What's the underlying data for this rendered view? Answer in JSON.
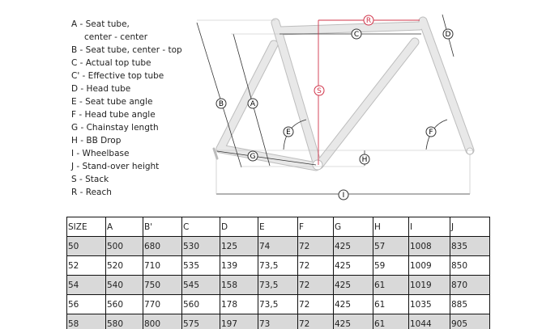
{
  "legend": [
    "A - Seat tube,",
    "center - center",
    "B - Seat tube, center - top",
    "C - Actual top tube",
    "C' - Effective top tube",
    "D - Head tube",
    "E - Seat tube angle",
    "F - Head tube angle",
    "G - Chainstay length",
    "H - BB Drop",
    "I - Wheelbase",
    "J - Stand-over height",
    "S - Stack",
    "R - Reach"
  ],
  "diagram_labels": {
    "R": "R",
    "C": "C",
    "D": "D",
    "S": "S",
    "B": "B",
    "A": "A",
    "E": "E",
    "F": "F",
    "G": "G",
    "H": "H",
    "I": "I"
  },
  "colors": {
    "frame": "#e6e6e6",
    "frame_edge": "#bdbdbd",
    "stack_reach": "#d0344a",
    "dim": "#333333",
    "shade_row": "#d9d9d9"
  },
  "table": {
    "headers": [
      "SIZE",
      "A",
      "B'",
      "C",
      "D",
      "E",
      "F",
      "G",
      "H",
      "I",
      "J"
    ],
    "rows": [
      [
        "50",
        "500",
        "680",
        "530",
        "125",
        "74",
        "72",
        "425",
        "57",
        "1008",
        "835"
      ],
      [
        "52",
        "520",
        "710",
        "535",
        "139",
        "73,5",
        "72",
        "425",
        "59",
        "1009",
        "850"
      ],
      [
        "54",
        "540",
        "750",
        "545",
        "158",
        "73,5",
        "72",
        "425",
        "61",
        "1019",
        "870"
      ],
      [
        "56",
        "560",
        "770",
        "560",
        "178",
        "73,5",
        "72",
        "425",
        "61",
        "1035",
        "885"
      ],
      [
        "58",
        "580",
        "800",
        "575",
        "197",
        "73",
        "72",
        "425",
        "61",
        "1044",
        "905"
      ]
    ]
  }
}
